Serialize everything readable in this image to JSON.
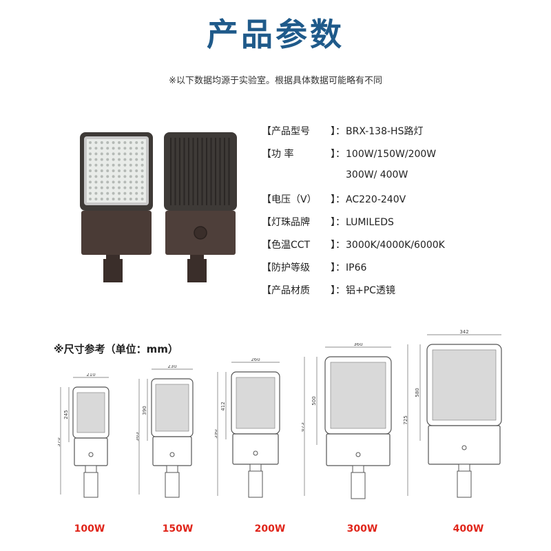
{
  "title": "产品参数",
  "note": "※以下数据均源于实验室。根据具体数据可能略有不同",
  "specs": [
    {
      "label": "【产品型号",
      "value": "BRX-138-HS路灯"
    },
    {
      "label": "【功      率",
      "value": "100W/150W/200W"
    },
    {
      "label": "",
      "value": "300W/ 400W"
    },
    {
      "label": "【电压（V）",
      "value": "AC220-240V"
    },
    {
      "label": "【灯珠品牌",
      "value": "LUMILEDS"
    },
    {
      "label": "【色温CCT",
      "value": "3000K/4000K/6000K"
    },
    {
      "label": "【防护等级",
      "value": "IP66"
    },
    {
      "label": "【产品材质",
      "value": "铝+PC透镜"
    }
  ],
  "separator": "】：",
  "dimensions_title": "※尺寸参考（单位：mm）",
  "models": [
    {
      "watt": "100W",
      "width": "210",
      "total": "570",
      "head": "245"
    },
    {
      "watt": "150W",
      "width": "230",
      "total": "565",
      "head": "390"
    },
    {
      "watt": "200W",
      "width": "260",
      "total": "590",
      "head": "412"
    },
    {
      "watt": "300W",
      "width": "360",
      "total": "675",
      "head": "500"
    },
    {
      "watt": "400W",
      "width": "342",
      "total": "725",
      "head": "580"
    }
  ],
  "colors": {
    "title": "#1f5a8a",
    "watt_label": "#e0261b",
    "fixture_body": "#4a3b36"
  }
}
